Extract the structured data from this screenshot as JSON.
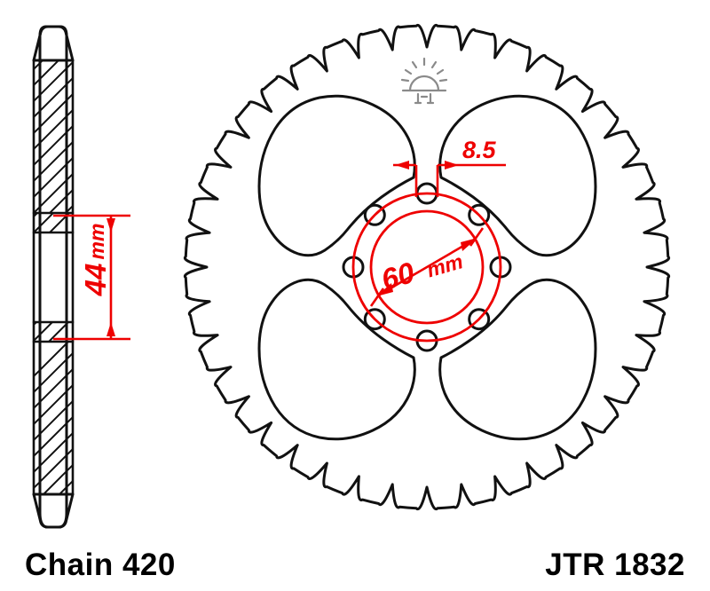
{
  "drawing": {
    "title": "JTR 1832 rear sprocket technical drawing",
    "part_number": "JTR 1832",
    "chain_label": "Chain 420",
    "dimensions": {
      "bolt_hole_diameter": "8.5",
      "bolt_circle_diameter": "60",
      "bolt_circle_unit": "mm",
      "center_bore_value": "44",
      "center_bore_unit": "mm"
    },
    "views": {
      "side_view_name": "side-section-view",
      "face_view_name": "face-view"
    },
    "geometry": {
      "teeth_count": 40,
      "bolt_hole_count": 8,
      "spoke_window_count": 4
    },
    "colors": {
      "outline": "#111111",
      "dimension": "#ee0000",
      "watermark": "#8a8a8a",
      "background": "#ffffff"
    },
    "watermark_icon": "sunrise-icon"
  }
}
